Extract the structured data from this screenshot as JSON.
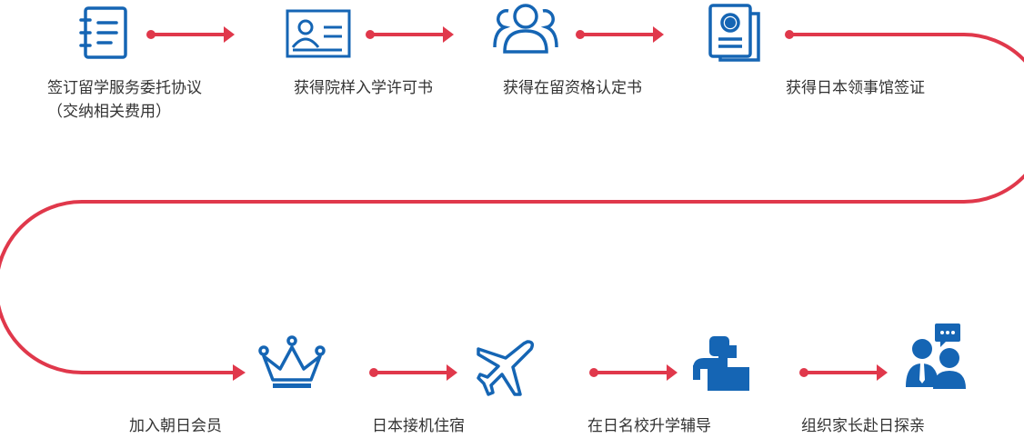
{
  "colors": {
    "accent": "#e0384b",
    "icon": "#1565b4",
    "text": "#333333"
  },
  "steps": [
    {
      "label": "签订留学服务委托协议",
      "label2": "（交纳相关费用）",
      "icon": "notebook-icon"
    },
    {
      "label": "获得院样入学许可书",
      "icon": "id-card-icon"
    },
    {
      "label": "获得在留资格认定书",
      "icon": "group-icon"
    },
    {
      "label": "获得日本领事馆签证",
      "icon": "passport-icon"
    },
    {
      "label": "加入朝日会员",
      "icon": "crown-icon"
    },
    {
      "label": "日本接机住宿",
      "icon": "airplane-icon"
    },
    {
      "label": "在日名校升学辅导",
      "icon": "teacher-icon"
    },
    {
      "label": "组织家长赴日探亲",
      "icon": "parents-chat-icon"
    }
  ]
}
